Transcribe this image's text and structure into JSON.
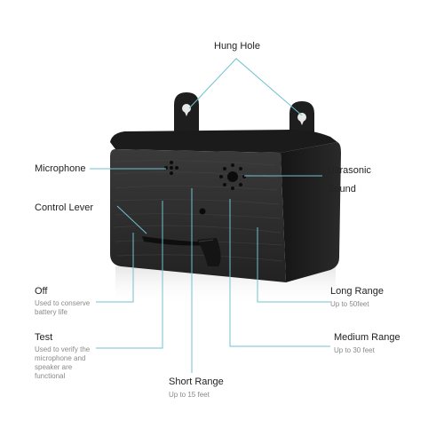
{
  "labels": {
    "hung_hole": "Hung Hole",
    "microphone": "Microphone",
    "ultrasonic_line1": "Ultrasonic",
    "ultrasonic_line2": "Sound",
    "control_lever": "Control Lever",
    "off": "Off",
    "off_desc_line1": "Used to conserve",
    "off_desc_line2": "battery life",
    "test": "Test",
    "test_desc_line1": "Used to verify the",
    "test_desc_line2": "microphone and",
    "test_desc_line3": "speaker are",
    "test_desc_line4": "functional",
    "short_range": "Short Range",
    "short_range_desc": "Up to 15 feet",
    "medium_range": "Medium Range",
    "medium_range_desc": "Up to 30 feet",
    "long_range": "Long Range",
    "long_range_desc": "Up to 50feet"
  },
  "colors": {
    "callout_line": "#6fc2d0",
    "device_body": "#2c2c2c",
    "device_top": "#1a1a1a",
    "label_text": "#222222",
    "desc_text": "#8a8a8a"
  }
}
